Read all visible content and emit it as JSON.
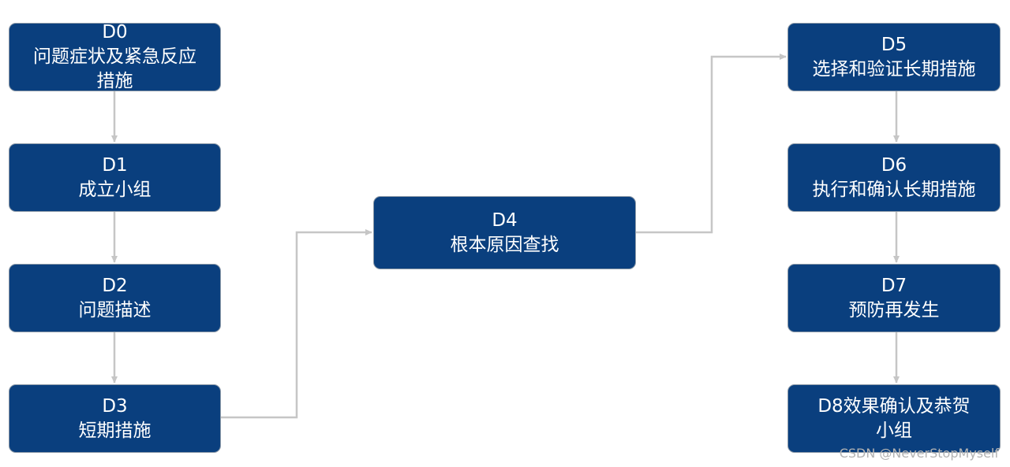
{
  "nodes": [
    {
      "id": "D0",
      "lines": [
        "D0",
        "问题症状及紧急反应",
        "措施"
      ]
    },
    {
      "id": "D1",
      "lines": [
        "D1",
        "成立小组"
      ]
    },
    {
      "id": "D2",
      "lines": [
        "D2",
        "问题描述"
      ]
    },
    {
      "id": "D3",
      "lines": [
        "D3",
        "短期措施"
      ]
    },
    {
      "id": "D4",
      "lines": [
        "D4",
        "根本原因查找"
      ]
    },
    {
      "id": "D5",
      "lines": [
        "D5",
        "选择和验证长期措施"
      ]
    },
    {
      "id": "D6",
      "lines": [
        "D6",
        "执行和确认长期措施"
      ]
    },
    {
      "id": "D7",
      "lines": [
        "D7",
        "预防再发生"
      ]
    },
    {
      "id": "D8",
      "lines": [
        "D8效果确认及恭贺",
        "小组"
      ]
    }
  ],
  "edges": [
    {
      "from": "D0",
      "to": "D1"
    },
    {
      "from": "D1",
      "to": "D2"
    },
    {
      "from": "D2",
      "to": "D3"
    },
    {
      "from": "D3",
      "to": "D4"
    },
    {
      "from": "D4",
      "to": "D5"
    },
    {
      "from": "D5",
      "to": "D6"
    },
    {
      "from": "D6",
      "to": "D7"
    },
    {
      "from": "D7",
      "to": "D8"
    }
  ],
  "colors": {
    "node_fill": "#0a3f7e",
    "node_border": "#8d9aa8",
    "node_text": "#ffffff",
    "connector": "#c6c6c6"
  },
  "watermark": "CSDN @NeverStopMyself"
}
